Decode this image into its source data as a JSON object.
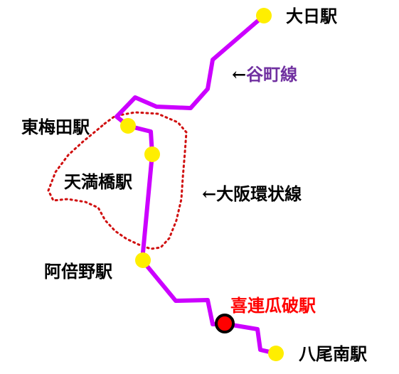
{
  "lines": {
    "tanimachi": {
      "label": "←谷町線",
      "arrow": "←",
      "name": "谷町線",
      "color": "#cc00ff",
      "name_color": "#7030a0"
    },
    "osaka_loop": {
      "label": "←大阪環状線",
      "color": "#cc0000",
      "style": "dotted"
    }
  },
  "stations": [
    {
      "id": "dainichi",
      "name": "大日駅",
      "marker": "yellow-dot"
    },
    {
      "id": "higashi-umeda",
      "name": "東梅田駅",
      "marker": "yellow-dot"
    },
    {
      "id": "temmabashi",
      "name": "天満橋駅",
      "marker": "yellow-dot"
    },
    {
      "id": "abeno",
      "name": "阿倍野駅",
      "marker": "yellow-dot"
    },
    {
      "id": "kire-uriwari",
      "name": "喜連瓜破駅",
      "marker": "red-dot-highlight",
      "label_color": "#ff0000"
    },
    {
      "id": "yao-minami",
      "name": "八尾南駅",
      "marker": "yellow-dot"
    }
  ],
  "colors": {
    "station_dot": "#ffee00",
    "highlight_dot": "#ff0000",
    "highlight_ring": "#000000",
    "text": "#000000"
  }
}
